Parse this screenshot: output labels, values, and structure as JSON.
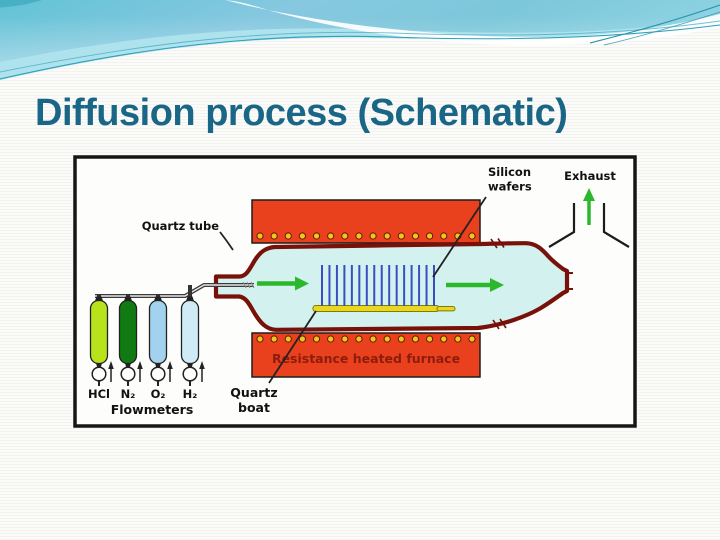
{
  "slide": {
    "title": "Diffusion process (Schematic)"
  },
  "figure": {
    "labels": {
      "quartz_tube": "Quartz tube",
      "silicon_wafers": [
        "Silicon",
        "wafers"
      ],
      "exhaust": "Exhaust",
      "resistance_furnace": "Resistance heated furnace",
      "quartz_boat": [
        "Quartz",
        "boat"
      ],
      "flowmeters": "Flowmeters"
    },
    "gas_cylinders": [
      {
        "label": "HCl",
        "color": "#b8e21c"
      },
      {
        "label": "N₂",
        "color": "#127a12"
      },
      {
        "label": "O₂",
        "color": "#a2d2ee"
      },
      {
        "label": "H₂",
        "color": "#cfecf6"
      }
    ],
    "counts": {
      "silicon_wafers": 16,
      "heater_dots_per_row": 16
    },
    "colors": {
      "furnace": "#e9411d",
      "furnace_text": "#8c1c0e",
      "tube_outline": "#771109",
      "tube_fill": "#d3f2ef",
      "wafer": "#3a4ec2",
      "boat": "#e9d71e",
      "flow_arrow": "#2cb82c",
      "heater_dot": "#e9c81f",
      "title_text": "#1a6686"
    }
  }
}
